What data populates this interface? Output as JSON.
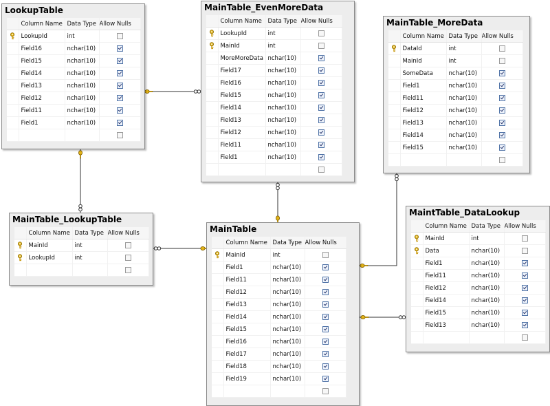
{
  "headers": {
    "name": "Column Name",
    "type": "Data Type",
    "nulls": "Allow Nulls"
  },
  "colors": {
    "key": "#e2b317",
    "connector": "#333333",
    "panel": "#ededed"
  },
  "tables": [
    {
      "id": "lookup",
      "title": "LookupTable",
      "cols": [
        {
          "name": "LookupId",
          "type": "int",
          "nulls": false,
          "key": true
        },
        {
          "name": "Field16",
          "type": "nchar(10)",
          "nulls": true,
          "key": false
        },
        {
          "name": "Field15",
          "type": "nchar(10)",
          "nulls": true,
          "key": false
        },
        {
          "name": "Field14",
          "type": "nchar(10)",
          "nulls": true,
          "key": false
        },
        {
          "name": "Field13",
          "type": "nchar(10)",
          "nulls": true,
          "key": false
        },
        {
          "name": "Field12",
          "type": "nchar(10)",
          "nulls": true,
          "key": false
        },
        {
          "name": "Field11",
          "type": "nchar(10)",
          "nulls": true,
          "key": false
        },
        {
          "name": "Field1",
          "type": "nchar(10)",
          "nulls": true,
          "key": false
        }
      ]
    },
    {
      "id": "evenmore",
      "title": "MainTable_EvenMoreData",
      "cols": [
        {
          "name": "LookupId",
          "type": "int",
          "nulls": false,
          "key": true
        },
        {
          "name": "MainId",
          "type": "int",
          "nulls": false,
          "key": true
        },
        {
          "name": "MoreMoreData",
          "type": "nchar(10)",
          "nulls": true,
          "key": false
        },
        {
          "name": "Field17",
          "type": "nchar(10)",
          "nulls": true,
          "key": false
        },
        {
          "name": "Field16",
          "type": "nchar(10)",
          "nulls": true,
          "key": false
        },
        {
          "name": "Field15",
          "type": "nchar(10)",
          "nulls": true,
          "key": false
        },
        {
          "name": "Field14",
          "type": "nchar(10)",
          "nulls": true,
          "key": false
        },
        {
          "name": "Field13",
          "type": "nchar(10)",
          "nulls": true,
          "key": false
        },
        {
          "name": "Field12",
          "type": "nchar(10)",
          "nulls": true,
          "key": false
        },
        {
          "name": "Field11",
          "type": "nchar(10)",
          "nulls": true,
          "key": false
        },
        {
          "name": "Field1",
          "type": "nchar(10)",
          "nulls": true,
          "key": false
        }
      ]
    },
    {
      "id": "moredata",
      "title": "MainTable_MoreData",
      "cols": [
        {
          "name": "DataId",
          "type": "int",
          "nulls": false,
          "key": true
        },
        {
          "name": "MainId",
          "type": "int",
          "nulls": false,
          "key": false
        },
        {
          "name": "SomeData",
          "type": "nchar(10)",
          "nulls": true,
          "key": false
        },
        {
          "name": "Field1",
          "type": "nchar(10)",
          "nulls": true,
          "key": false
        },
        {
          "name": "Field11",
          "type": "nchar(10)",
          "nulls": true,
          "key": false
        },
        {
          "name": "Field12",
          "type": "nchar(10)",
          "nulls": true,
          "key": false
        },
        {
          "name": "Field13",
          "type": "nchar(10)",
          "nulls": true,
          "key": false
        },
        {
          "name": "Field14",
          "type": "nchar(10)",
          "nulls": true,
          "key": false
        },
        {
          "name": "Field15",
          "type": "nchar(10)",
          "nulls": true,
          "key": false
        }
      ]
    },
    {
      "id": "lookuptbl",
      "title": "MainTable_LookupTable",
      "cols": [
        {
          "name": "MainId",
          "type": "int",
          "nulls": false,
          "key": true
        },
        {
          "name": "LookupId",
          "type": "int",
          "nulls": false,
          "key": true
        }
      ]
    },
    {
      "id": "main",
      "title": "MainTable",
      "cols": [
        {
          "name": "MainId",
          "type": "int",
          "nulls": false,
          "key": true
        },
        {
          "name": "Field1",
          "type": "nchar(10)",
          "nulls": true,
          "key": false
        },
        {
          "name": "Field11",
          "type": "nchar(10)",
          "nulls": true,
          "key": false
        },
        {
          "name": "Field12",
          "type": "nchar(10)",
          "nulls": true,
          "key": false
        },
        {
          "name": "Field13",
          "type": "nchar(10)",
          "nulls": true,
          "key": false
        },
        {
          "name": "Field14",
          "type": "nchar(10)",
          "nulls": true,
          "key": false
        },
        {
          "name": "Field15",
          "type": "nchar(10)",
          "nulls": true,
          "key": false
        },
        {
          "name": "Field16",
          "type": "nchar(10)",
          "nulls": true,
          "key": false
        },
        {
          "name": "Field17",
          "type": "nchar(10)",
          "nulls": true,
          "key": false
        },
        {
          "name": "Field18",
          "type": "nchar(10)",
          "nulls": true,
          "key": false
        },
        {
          "name": "Field19",
          "type": "nchar(10)",
          "nulls": true,
          "key": false
        }
      ]
    },
    {
      "id": "datalookup",
      "title": "MaintTable_DataLookup",
      "cols": [
        {
          "name": "MainId",
          "type": "int",
          "nulls": false,
          "key": true
        },
        {
          "name": "Data",
          "type": "nchar(10)",
          "nulls": false,
          "key": true
        },
        {
          "name": "Field1",
          "type": "nchar(10)",
          "nulls": true,
          "key": false
        },
        {
          "name": "Field11",
          "type": "nchar(10)",
          "nulls": true,
          "key": false
        },
        {
          "name": "Field12",
          "type": "nchar(10)",
          "nulls": true,
          "key": false
        },
        {
          "name": "Field14",
          "type": "nchar(10)",
          "nulls": true,
          "key": false
        },
        {
          "name": "Field15",
          "type": "nchar(10)",
          "nulls": true,
          "key": false
        },
        {
          "name": "Field13",
          "type": "nchar(10)",
          "nulls": true,
          "key": false
        }
      ]
    }
  ],
  "relationships": [
    {
      "id": "rel-lookup-evenmore",
      "from": "LookupTable",
      "to": "MainTable_EvenMoreData"
    },
    {
      "id": "rel-lookup-lookuptable",
      "from": "LookupTable",
      "to": "MainTable_LookupTable"
    },
    {
      "id": "rel-main-evenmore",
      "from": "MainTable",
      "to": "MainTable_EvenMoreData"
    },
    {
      "id": "rel-main-lookuptable",
      "from": "MainTable",
      "to": "MainTable_LookupTable"
    },
    {
      "id": "rel-main-moredata",
      "from": "MainTable",
      "to": "MainTable_MoreData"
    },
    {
      "id": "rel-main-datalookup",
      "from": "MainTable",
      "to": "MaintTable_DataLookup"
    }
  ]
}
